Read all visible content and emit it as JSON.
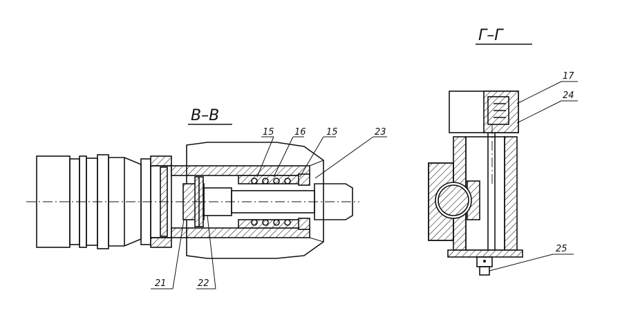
{
  "sections": {
    "left_title": "В–В",
    "right_title": "Г–Г"
  },
  "callouts": {
    "c15a": "15",
    "c16": "16",
    "c15b": "15",
    "c23": "23",
    "c21": "21",
    "c22": "22",
    "c17": "17",
    "c24": "24",
    "c25": "25"
  },
  "colors": {
    "ink": "#111111",
    "paper": "#ffffff"
  }
}
